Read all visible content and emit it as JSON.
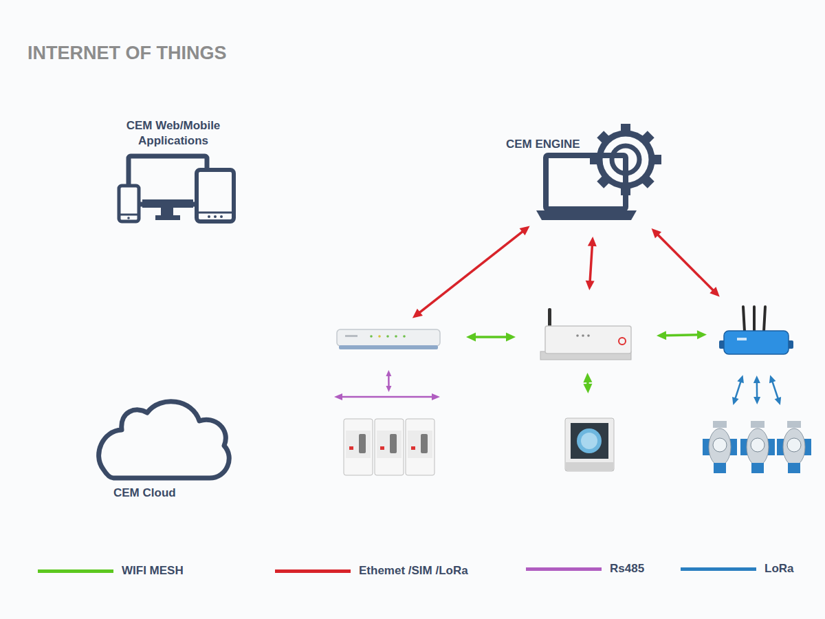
{
  "diagram": {
    "title": "INTERNET OF THINGS",
    "nodes": [
      {
        "text": [
          "CEM Web/Mobile Applications"
        ]
      },
      {
        "text": [
          "CEM ENGINE"
        ]
      },
      {
        "text": [
          "CEM Cloud"
        ]
      },
      {
        "text": []
      },
      {
        "text": []
      },
      {
        "text": []
      },
      {
        "text": []
      },
      {
        "text": []
      },
      {
        "text": []
      },
      {
        "text": []
      },
      {
        "text": []
      }
    ],
    "edges": [
      {
        "from": 1,
        "to": 3,
        "arrow": "both"
      },
      {
        "from": 1,
        "to": 4,
        "arrow": "both"
      },
      {
        "from": 1,
        "to": 5,
        "arrow": "both"
      },
      {
        "from": 3,
        "to": 4,
        "arrow": "both"
      },
      {
        "from": 4,
        "to": 5,
        "arrow": "both"
      },
      {
        "from": 4,
        "to": 7,
        "arrow": "both"
      },
      {
        "from": 3,
        "to": 6,
        "arrow": "both"
      },
      {
        "from": 5,
        "to": 8,
        "arrow": "both"
      },
      {
        "from": 5,
        "to": 9,
        "arrow": "both"
      },
      {
        "from": 5,
        "to": 10,
        "arrow": "both"
      }
    ],
    "legend": [
      {
        "text": "WIFI MESH",
        "color": "#5cc81f"
      },
      {
        "text": "Ethemet /SIM /LoRa",
        "color": "#d8232a"
      },
      {
        "text": "Rs485",
        "color": "#b05dc0"
      },
      {
        "text": "LoRa",
        "color": "#2a7fc0"
      }
    ]
  }
}
